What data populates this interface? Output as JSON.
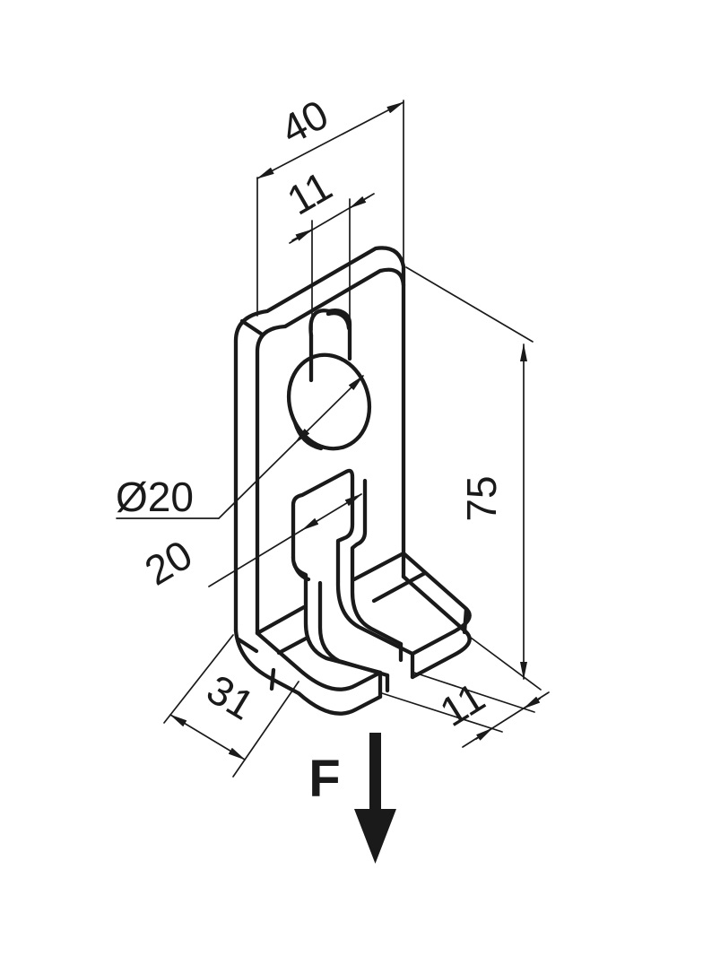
{
  "drawing": {
    "title": "isometric-l-bracket-with-keyhole-slot",
    "background": "#ffffff",
    "line_color": "#1a1a1a",
    "dims": {
      "plate_width": "40",
      "keyhole_slot_width": "11",
      "keyhole_diameter": "Ø20",
      "window_width": "20",
      "total_height": "75",
      "base_depth": "31",
      "base_slot_width": "11",
      "force_label": "F"
    }
  }
}
